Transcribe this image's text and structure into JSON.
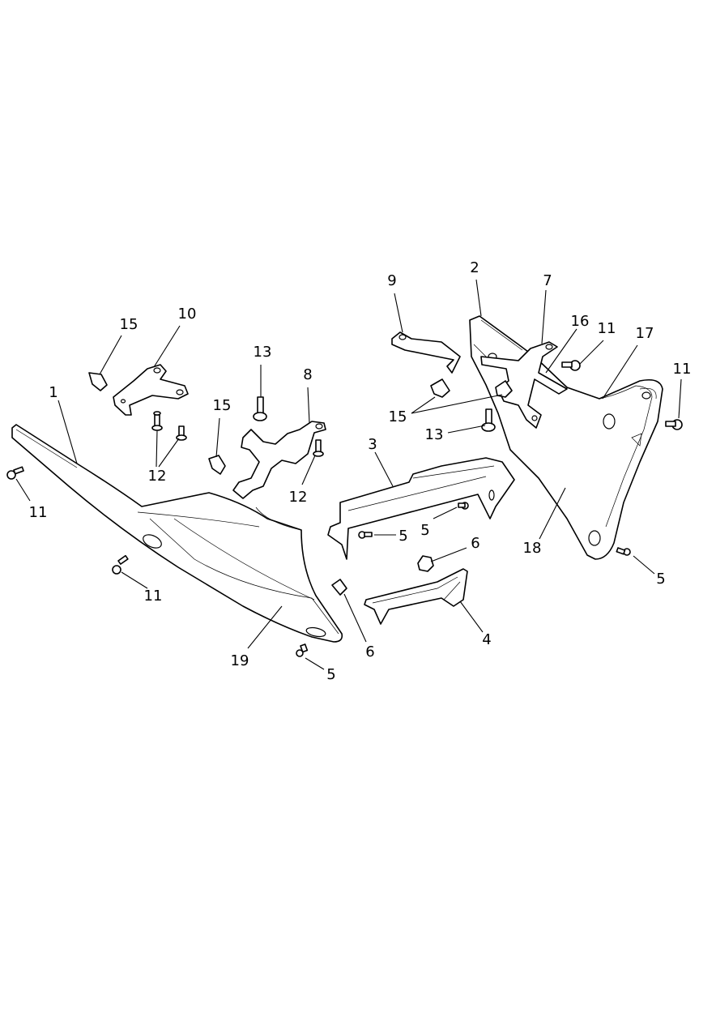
{
  "callouts": [
    {
      "id": "c1",
      "label": "1"
    },
    {
      "id": "c2",
      "label": "2"
    },
    {
      "id": "c3",
      "label": "3"
    },
    {
      "id": "c4",
      "label": "4"
    },
    {
      "id": "c5a",
      "label": "5"
    },
    {
      "id": "c5b",
      "label": "5"
    },
    {
      "id": "c5c",
      "label": "5"
    },
    {
      "id": "c5d",
      "label": "5"
    },
    {
      "id": "c6a",
      "label": "6"
    },
    {
      "id": "c6b",
      "label": "6"
    },
    {
      "id": "c7",
      "label": "7"
    },
    {
      "id": "c8",
      "label": "8"
    },
    {
      "id": "c9",
      "label": "9"
    },
    {
      "id": "c10",
      "label": "10"
    },
    {
      "id": "c11a",
      "label": "11"
    },
    {
      "id": "c11b",
      "label": "11"
    },
    {
      "id": "c11c",
      "label": "11"
    },
    {
      "id": "c11d",
      "label": "11"
    },
    {
      "id": "c12a",
      "label": "12"
    },
    {
      "id": "c12b",
      "label": "12"
    },
    {
      "id": "c13a",
      "label": "13"
    },
    {
      "id": "c13b",
      "label": "13"
    },
    {
      "id": "c15a",
      "label": "15"
    },
    {
      "id": "c15b",
      "label": "15"
    },
    {
      "id": "c15c",
      "label": "15"
    },
    {
      "id": "c16",
      "label": "16"
    },
    {
      "id": "c17",
      "label": "17"
    },
    {
      "id": "c18",
      "label": "18"
    },
    {
      "id": "c19",
      "label": "19"
    }
  ]
}
